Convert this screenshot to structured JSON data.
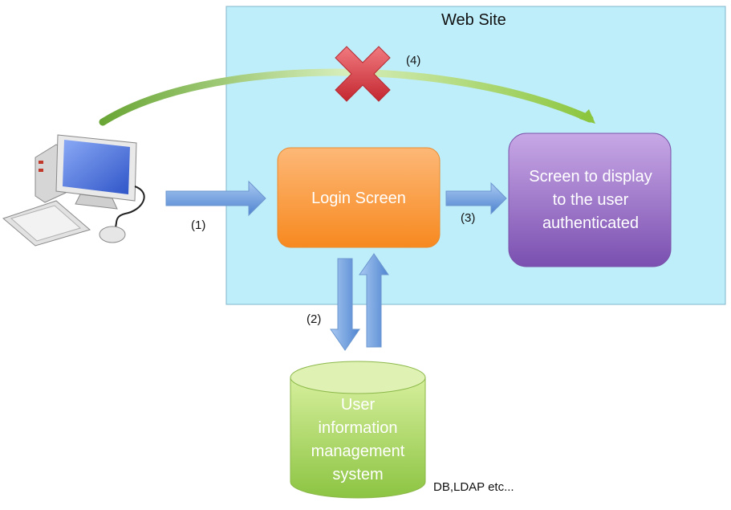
{
  "website": {
    "title": "Web Site"
  },
  "steps": {
    "step1": "(1)",
    "step2": "(2)",
    "step3": "(3)",
    "step4": "(4)"
  },
  "login_screen": {
    "label": "Login Screen"
  },
  "auth_screen": {
    "lines": [
      "Screen to display",
      "to the user",
      "authenticated"
    ]
  },
  "user_db": {
    "lines": [
      "User",
      "information",
      "management",
      "system"
    ],
    "note": "DB,LDAP etc..."
  },
  "colors": {
    "website_fill": "#bfeefb",
    "login_box": "#fb8d2c",
    "auth_box": "#8a5bbd",
    "database": "#9bcf55",
    "arrow": "#5a8fd6",
    "curve": "#8cc63f",
    "blocked_x": "#d9363e"
  },
  "icons": {
    "computer": "desktop-computer-icon",
    "blocked": "blocked-x-icon"
  }
}
